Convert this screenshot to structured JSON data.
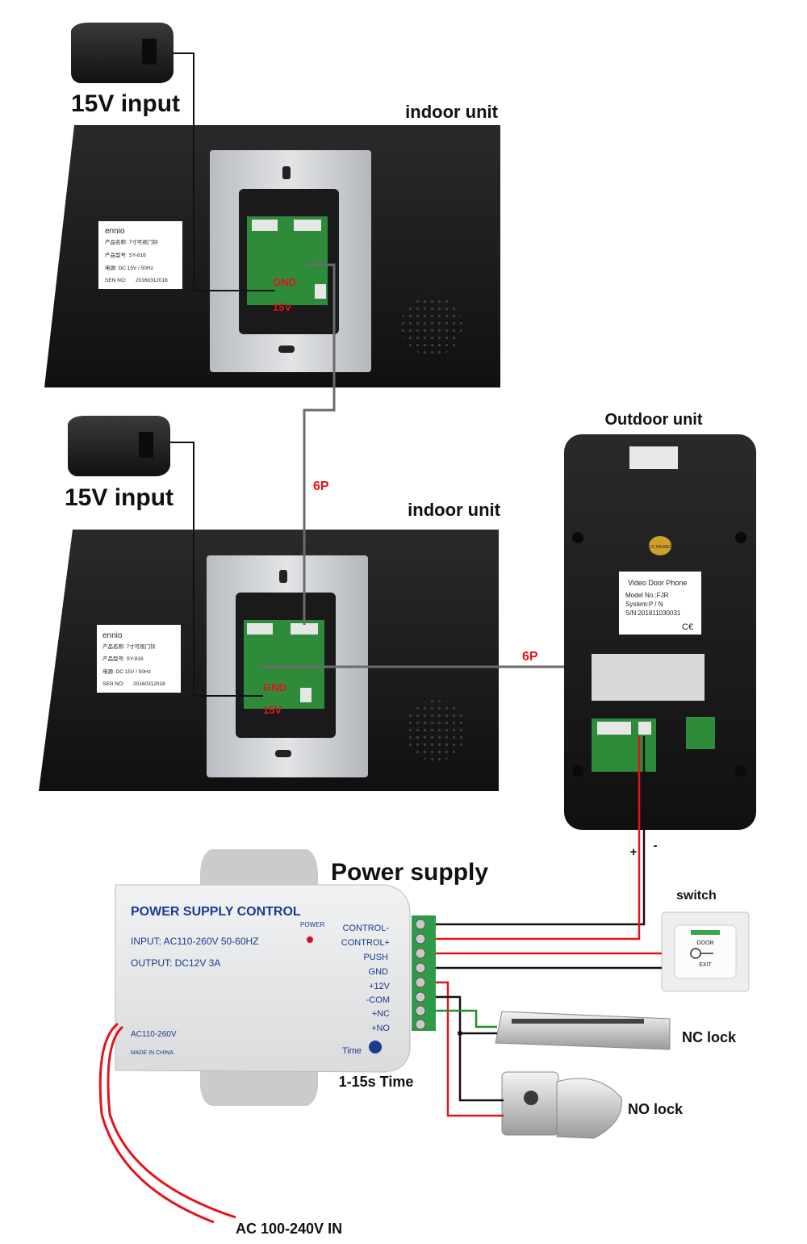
{
  "labels": {
    "input_top": "15V input",
    "input_bottom": "15V input",
    "indoor_top": "indoor unit",
    "indoor_bottom": "indoor unit",
    "outdoor": "Outdoor unit",
    "cable_vertical": "6P",
    "cable_horizontal": "6P",
    "power_supply": "Power supply",
    "switch": "switch",
    "nc_lock": "NC lock",
    "no_lock": "NO lock",
    "time": "1-15s Time",
    "ac_in": "AC 100-240V IN",
    "gnd": "GND",
    "v15": "15V",
    "plus": "+",
    "minus": "-"
  },
  "indoor_sticker": {
    "brand": "ennio",
    "name_line": "产品名称: 7寸可视门铃",
    "model_line": "产品型号: SY-816",
    "power_line": "电源:    DC 15V / 50Hz",
    "sen_label": "SEN NO:",
    "sen_value": "20160312018"
  },
  "outdoor_sticker": {
    "title": "Video Door Phone",
    "model": "Model No.:FJR",
    "system": "System:P / N",
    "sn": "S/N:201811030031",
    "qc": "Q.C PASSED"
  },
  "psu": {
    "title": "POWER SUPPLY CONTROL",
    "input": "INPUT: AC110-260V 50-60HZ",
    "output": "OUTPUT: DC12V  3A",
    "power_led": "POWER",
    "ac_range": "AC110-260V",
    "made_in": "MADE IN CHINA",
    "time_knob": "Time",
    "terminals": [
      "CONTROL-",
      "CONTROL+",
      "PUSH",
      "GND",
      "+12V",
      "-COM",
      "+NC",
      "+NO"
    ]
  },
  "exit_button": {
    "top": "DOOR",
    "bottom": "EXIT"
  },
  "colors": {
    "wire_red": "#e2141b",
    "wire_black": "#111111",
    "wire_green": "#1f8f2e",
    "wire_gray": "#6b6b6b",
    "panel": "#1c1c1c",
    "plate": "#c7c9cc",
    "pcb": "#2e8b3a"
  }
}
